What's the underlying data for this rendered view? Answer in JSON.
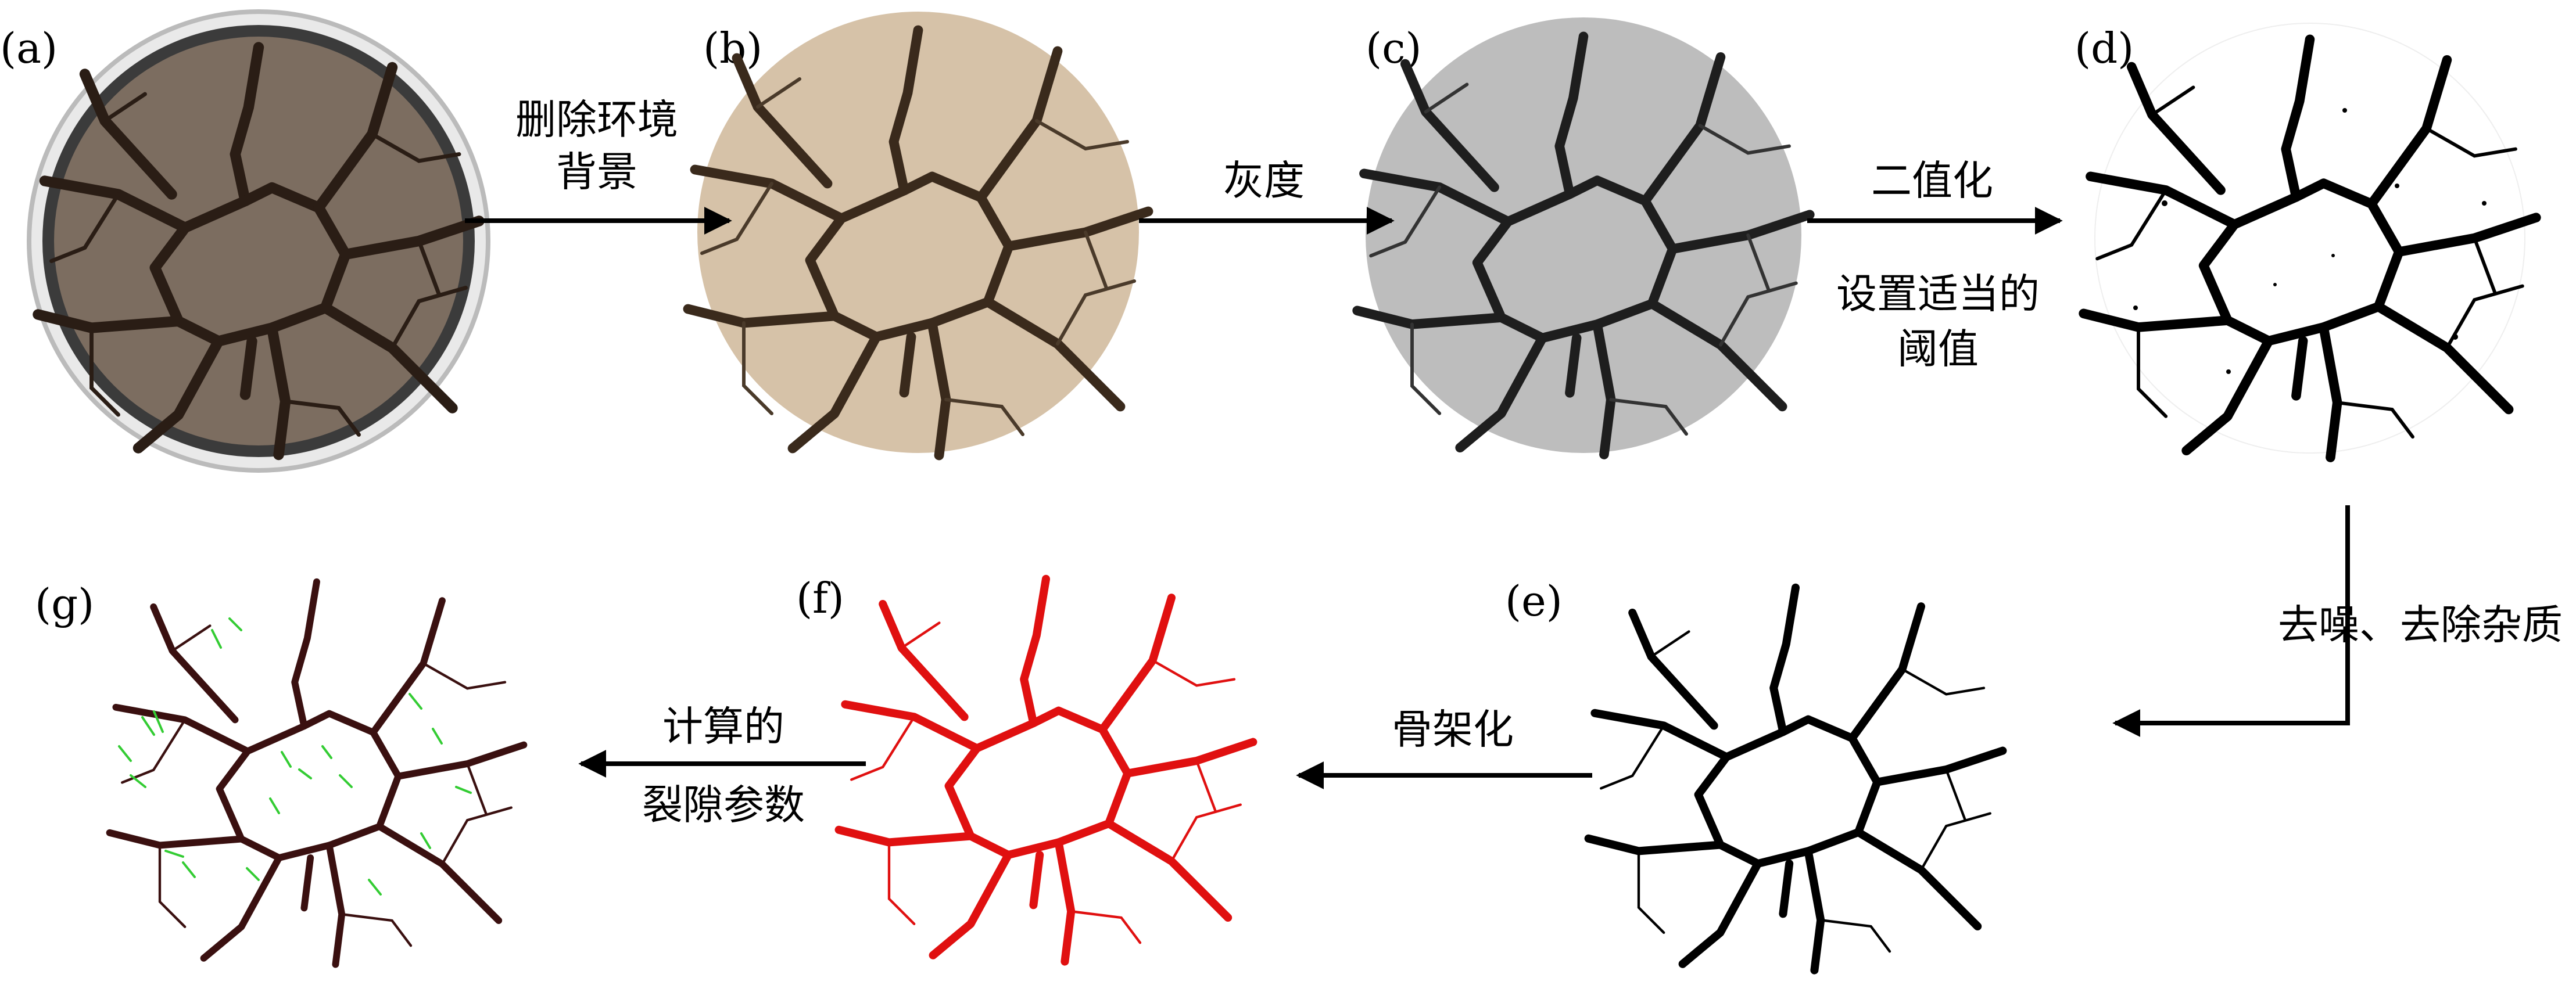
{
  "panels": {
    "a": {
      "label": "(a)"
    },
    "b": {
      "label": "(b)"
    },
    "c": {
      "label": "(c)"
    },
    "d": {
      "label": "(d)"
    },
    "e": {
      "label": "(e)"
    },
    "f": {
      "label": "(f)"
    },
    "g": {
      "label": "(g)"
    }
  },
  "steps": {
    "remove_background": {
      "line1": "删除环境",
      "line2": "背景"
    },
    "grayscale": {
      "line1": "灰度"
    },
    "binarize": {
      "line1": "二值化",
      "line2": "设置适当的",
      "line3": "阈值"
    },
    "denoise": {
      "line1": "去噪、去除杂质"
    },
    "skeletonize": {
      "line1": "骨架化"
    },
    "compute": {
      "line1": "计算的",
      "line2": "裂隙参数"
    }
  },
  "colors": {
    "soil_brown": "#7c6d60",
    "soil_light": "#d6c2a8",
    "soil_gray": "#bdbdbd",
    "crack_dark": "#2a1d15",
    "skeleton_red": "#e01010",
    "skeleton_dark": "#3a1010",
    "green_marks": "#33cc33"
  }
}
